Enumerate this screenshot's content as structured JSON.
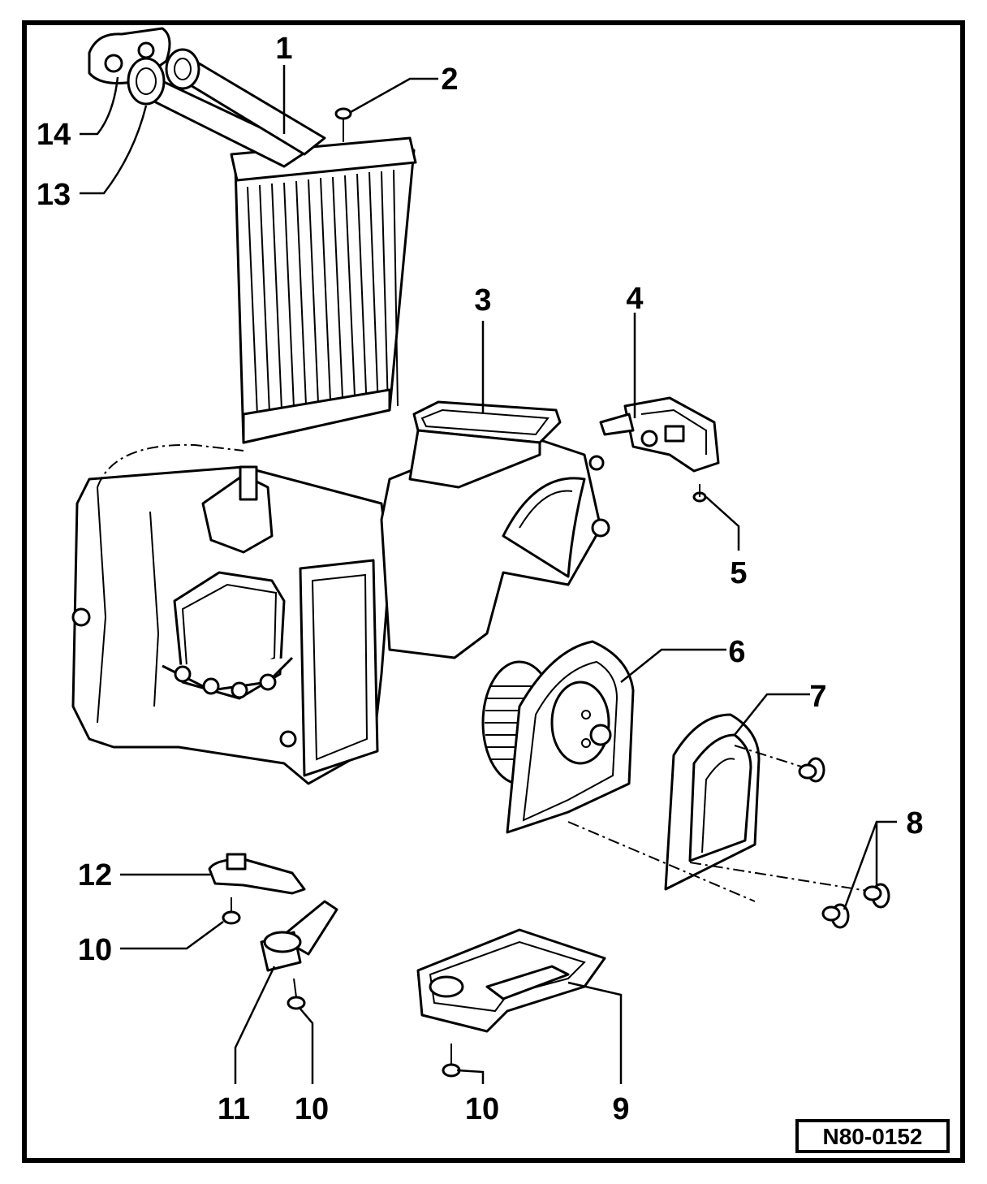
{
  "figure": {
    "code": "N80-0152",
    "callouts": [
      {
        "id": "c1",
        "text": "1"
      },
      {
        "id": "c2",
        "text": "2"
      },
      {
        "id": "c3",
        "text": "3"
      },
      {
        "id": "c4",
        "text": "4"
      },
      {
        "id": "c5",
        "text": "5"
      },
      {
        "id": "c6",
        "text": "6"
      },
      {
        "id": "c7",
        "text": "7"
      },
      {
        "id": "c8",
        "text": "8"
      },
      {
        "id": "c9",
        "text": "9"
      },
      {
        "id": "c10a",
        "text": "10"
      },
      {
        "id": "c10b",
        "text": "10"
      },
      {
        "id": "c10c",
        "text": "10"
      },
      {
        "id": "c11",
        "text": "11"
      },
      {
        "id": "c12",
        "text": "12"
      },
      {
        "id": "c13",
        "text": "13"
      },
      {
        "id": "c14",
        "text": "14"
      }
    ]
  }
}
